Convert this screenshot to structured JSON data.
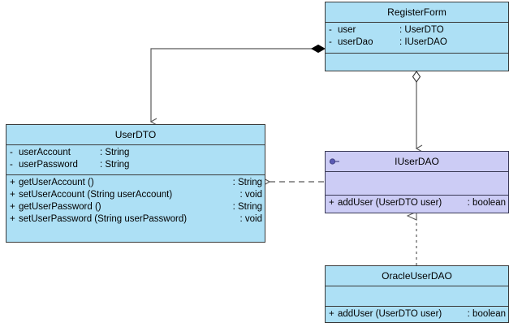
{
  "diagram": {
    "title": "UML Class Diagram",
    "type": "class-diagram",
    "background_color": "#ffffff",
    "class_fill_color": "#ade0f5",
    "interface_fill_color": "#ccccf5",
    "border_color": "#3a3a3a",
    "line_color": "#595959"
  },
  "classes": {
    "register_form": {
      "name": "RegisterForm",
      "stereotype": "",
      "attributes": [
        {
          "visibility": "-",
          "name": "user",
          "type": ": UserDTO"
        },
        {
          "visibility": "-",
          "name": "userDao",
          "type": ": IUserDAO"
        }
      ],
      "operations": []
    },
    "user_dto": {
      "name": "UserDTO",
      "stereotype": "",
      "attributes": [
        {
          "visibility": "-",
          "name": "userAccount",
          "type": ": String"
        },
        {
          "visibility": "-",
          "name": "userPassword",
          "type": ": String"
        }
      ],
      "operations": [
        {
          "visibility": "+",
          "signature": "getUserAccount ()",
          "type": ": String"
        },
        {
          "visibility": "+",
          "signature": "setUserAccount (String userAccount)",
          "type": ": void"
        },
        {
          "visibility": "+",
          "signature": "getUserPassword ()",
          "type": ": String"
        },
        {
          "visibility": "+",
          "signature": "setUserPassword (String userPassword)",
          "type": ": void"
        }
      ]
    },
    "iuser_dao": {
      "name": "IUserDAO",
      "stereotype": "interface",
      "icon": "interface-socket-icon",
      "attributes": [],
      "operations": [
        {
          "visibility": "+",
          "signature": "addUser (UserDTO user)",
          "type": ": boolean"
        }
      ]
    },
    "oracle_user_dao": {
      "name": "OracleUserDAO",
      "stereotype": "",
      "attributes": [],
      "operations": [
        {
          "visibility": "+",
          "signature": "addUser (UserDTO user)",
          "type": ": boolean"
        }
      ]
    }
  },
  "relationships": [
    {
      "id": "composition-registerform-userdto",
      "type": "composition",
      "from": "RegisterForm",
      "to": "UserDTO",
      "source_decoration": "filled-diamond",
      "target_decoration": "open-arrow",
      "line_style": "solid"
    },
    {
      "id": "aggregation-registerform-iuserdao",
      "type": "aggregation",
      "from": "RegisterForm",
      "to": "IUserDAO",
      "source_decoration": "hollow-diamond",
      "target_decoration": "open-arrow",
      "line_style": "solid"
    },
    {
      "id": "dependency-iuserdao-userdto",
      "type": "dependency",
      "from": "IUserDAO",
      "to": "UserDTO",
      "source_decoration": "none",
      "target_decoration": "open-arrow",
      "line_style": "dashed"
    },
    {
      "id": "realization-oracleuserdao-iuserdao",
      "type": "realization",
      "from": "OracleUserDAO",
      "to": "IUserDAO",
      "source_decoration": "none",
      "target_decoration": "hollow-triangle",
      "line_style": "dashed"
    }
  ]
}
